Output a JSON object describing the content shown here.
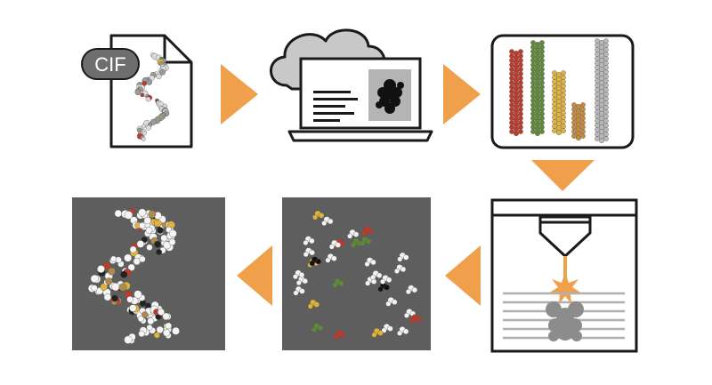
{
  "steps": [
    {
      "id": "cif-file",
      "label": "CIF"
    },
    {
      "id": "cloud-conversion"
    },
    {
      "id": "sliced-models"
    },
    {
      "id": "3d-printer"
    },
    {
      "id": "printed-pieces"
    },
    {
      "id": "assembled-model"
    }
  ],
  "colors": {
    "arrow": "#F0A04B",
    "outline": "#1a1a1a",
    "cloud": "#c8c8c8",
    "photo_bg": "#5e5e5e",
    "red": "#c0392b",
    "green": "#5f8a3a",
    "yellow": "#e2b33a",
    "gray_atom": "#b8b8b8"
  },
  "arrows": [
    "right",
    "right",
    "down",
    "left",
    "left"
  ]
}
